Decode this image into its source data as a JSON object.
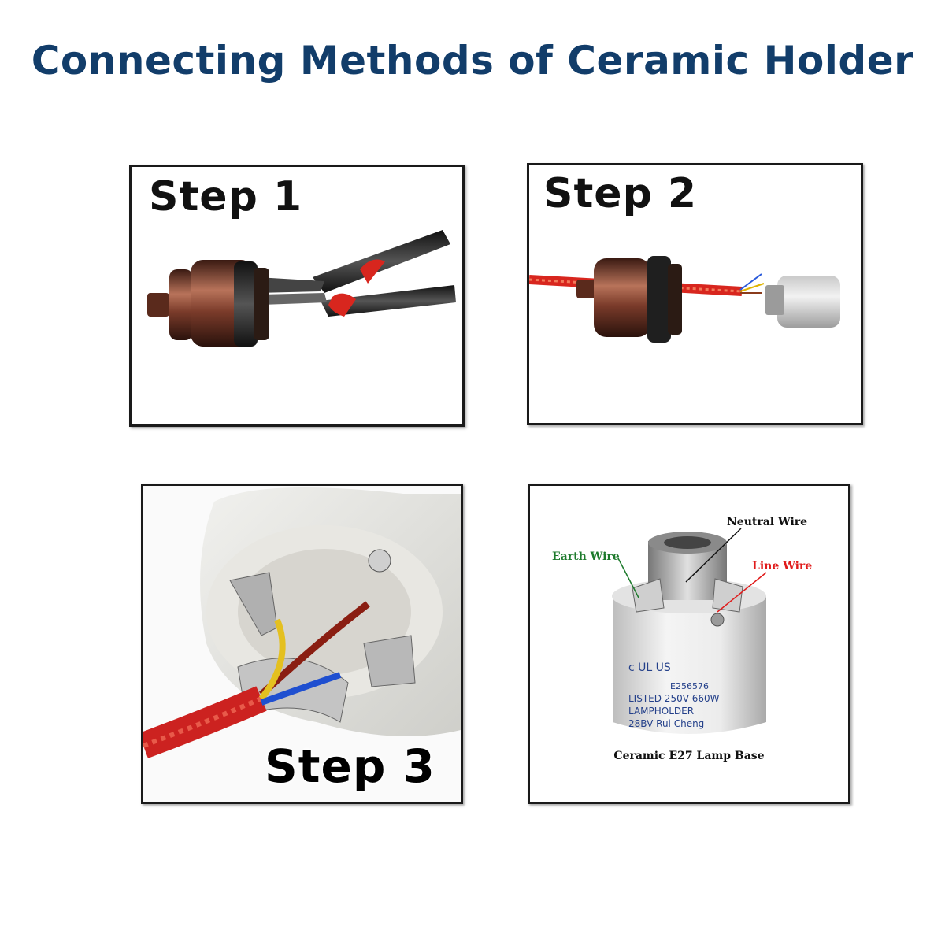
{
  "title": "Connecting Methods of Ceramic Holder",
  "steps": {
    "step1": "Step 1",
    "step2": "Step 2",
    "step3": "Step 3"
  },
  "diagram": {
    "neutral_wire": "Neutral Wire",
    "earth_wire": "Earth Wire",
    "line_wire": "Line Wire",
    "caption": "Ceramic E27 Lamp Base",
    "body_text": [
      "c UL US",
      "E256576",
      "LISTED 250V 660W",
      "LAMPHOLDER",
      "28BV Rui Cheng"
    ]
  },
  "colors": {
    "title": "#123d6a",
    "earth": "#1d7a2c",
    "line": "#e01b1b",
    "copper": "#7a3b2a",
    "cable_red": "#d8261e"
  }
}
